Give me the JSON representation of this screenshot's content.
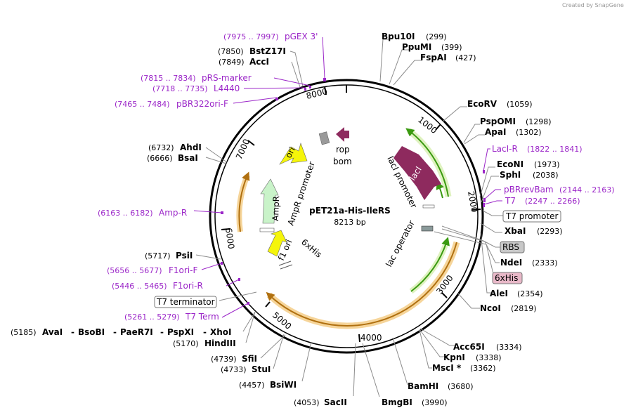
{
  "plasmid": {
    "name": "pET21a-His-IleRS",
    "size": "8213 bp",
    "credit": "Created by SnapGene"
  },
  "ticks": [
    "1000",
    "2000",
    "3000",
    "4000",
    "5000",
    "6000",
    "7000",
    "8000"
  ],
  "enzymes": {
    "bpu10i": {
      "name": "Bpu10I",
      "pos": "(299)"
    },
    "ppumi": {
      "name": "PpuMI",
      "pos": "(399)"
    },
    "fspai": {
      "name": "FspAI",
      "pos": "(427)"
    },
    "ecorv": {
      "name": "EcoRV",
      "pos": "(1059)"
    },
    "pspomi": {
      "name": "PspOMI",
      "pos": "(1298)"
    },
    "apai": {
      "name": "ApaI",
      "pos": "(1302)"
    },
    "econi": {
      "name": "EcoNI",
      "pos": "(1973)"
    },
    "sphi": {
      "name": "SphI",
      "pos": "(2038)"
    },
    "xbai": {
      "name": "XbaI",
      "pos": "(2293)"
    },
    "ndei": {
      "name": "NdeI",
      "pos": "(2333)"
    },
    "alei": {
      "name": "AleI",
      "pos": "(2354)"
    },
    "ncoi": {
      "name": "NcoI",
      "pos": "(2819)"
    },
    "acc65i": {
      "name": "Acc65I",
      "pos": "(3334)"
    },
    "kpni": {
      "name": "KpnI",
      "pos": "(3338)"
    },
    "msci": {
      "name": "MscI *",
      "pos": "(3362)"
    },
    "bamhi": {
      "name": "BamHI",
      "pos": "(3680)"
    },
    "bmgbi": {
      "name": "BmgBI",
      "pos": "(3990)"
    },
    "sacii": {
      "name": "SacII",
      "pos": "(4053)"
    },
    "bsiwi": {
      "name": "BsiWI",
      "pos": "(4457)"
    },
    "stui": {
      "name": "StuI",
      "pos": "(4733)"
    },
    "sfii": {
      "name": "SfiI",
      "pos": "(4739)"
    },
    "hindiii": {
      "name": "HindIII",
      "pos": "(5170)"
    },
    "multi": {
      "pos": "(5185)",
      "a": "AvaI",
      "b": "BsoBI",
      "c": "PaeR7I",
      "d": "PspXI",
      "e": "XhoI",
      "sep": "-"
    },
    "psii": {
      "name": "PsiI",
      "pos": "(5717)"
    },
    "bsai": {
      "name": "BsaI",
      "pos": "(6666)"
    },
    "ahdi": {
      "name": "AhdI",
      "pos": "(6732)"
    },
    "acci": {
      "name": "AccI",
      "pos": "(7849)"
    },
    "bstz17i": {
      "name": "BstZ17I",
      "pos": "(7850)"
    }
  },
  "primers": {
    "pgex3": {
      "name": "pGEX 3'",
      "pos": "(7975 .. 7997)"
    },
    "prs": {
      "name": "pRS-marker",
      "pos": "(7815 .. 7834)"
    },
    "l4440": {
      "name": "L4440",
      "pos": "(7718 .. 7735)"
    },
    "pbr322": {
      "name": "pBR322ori-F",
      "pos": "(7465 .. 7484)"
    },
    "laci_r": {
      "name": "LacI-R",
      "pos": "(1822 .. 1841)"
    },
    "pbrrevbam": {
      "name": "pBRrevBam",
      "pos": "(2144 .. 2163)"
    },
    "t7": {
      "name": "T7",
      "pos": "(2247 .. 2266)"
    },
    "ampr": {
      "name": "Amp-R",
      "pos": "(6163 .. 6182)"
    },
    "f1ori_f": {
      "name": "F1ori-F",
      "pos": "(5656 .. 5677)"
    },
    "f1ori_r": {
      "name": "F1ori-R",
      "pos": "(5446 .. 5465)"
    },
    "t7term": {
      "name": "T7 Term",
      "pos": "(5261 .. 5279)"
    }
  },
  "boxed": {
    "t7prom": "T7 promoter",
    "rbs": "RBS",
    "his": "6xHis",
    "t7terminator": "T7 terminator"
  },
  "features": {
    "rop": "rop",
    "bom": "bom",
    "ori": "ori",
    "ampr": "AmpR",
    "ampr_prom": "AmpR promoter",
    "f1ori": "f1 ori",
    "his": "6xHis",
    "laci": "lacI",
    "laci_prom": "lacI promoter",
    "lacop": "lac operator"
  },
  "colors": {
    "ampr": "#c9f3c9",
    "ori": "#f5f50a",
    "f1ori": "#f5f50a",
    "laci": "#8e2a5e",
    "rop": "#8e2a5e",
    "bom": "#9a9a9a",
    "cds_arc": "#f3c67c",
    "promoter_arc": "#bfe8a4",
    "primer": "#9b26c8",
    "rbs_box": "#c8c8c8",
    "his_box": "#e8b8c8"
  }
}
